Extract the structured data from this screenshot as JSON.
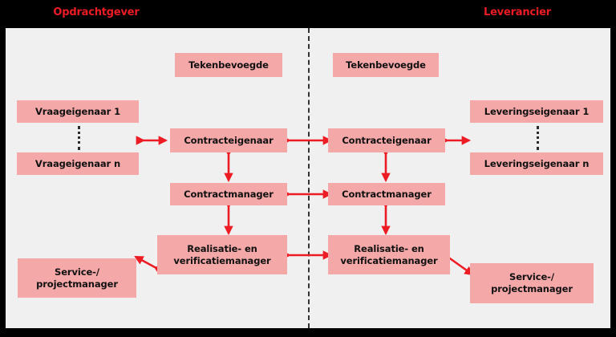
{
  "diagram": {
    "title_left": "Opdrachtgever",
    "title_right": "Leverancier",
    "colors": {
      "background": "#000000",
      "canvas": "#f0f0f0",
      "box_fill": "#F4A8A8",
      "accent_red": "#ED1C24",
      "text": "#111111",
      "divider": "#333333"
    },
    "left_column": {
      "tekenbevoegde": "Tekenbevoegde",
      "eigenaar_first": "Vraageigenaar 1",
      "eigenaar_last": "Vraageigenaar n",
      "contracteigenaar": "Contracteigenaar",
      "contractmanager": "Contractmanager",
      "realisatiemanager": "Realisatie- en\nverificatiemanager",
      "realisatiemanager_line1": "Realisatie- en",
      "realisatiemanager_line2": "verificatiemanager",
      "servicemanager_line1": "Service-/",
      "servicemanager_line2": "projectmanager"
    },
    "right_column": {
      "tekenbevoegde": "Tekenbevoegde",
      "eigenaar_first": "Leveringseigenaar 1",
      "eigenaar_last": "Leveringseigenaar n",
      "contracteigenaar": "Contracteigenaar",
      "contractmanager": "Contractmanager",
      "realisatiemanager_line1": "Realisatie- en",
      "realisatiemanager_line2": "verificatiemanager",
      "servicemanager_line1": "Service-/",
      "servicemanager_line2": "projectmanager"
    }
  }
}
